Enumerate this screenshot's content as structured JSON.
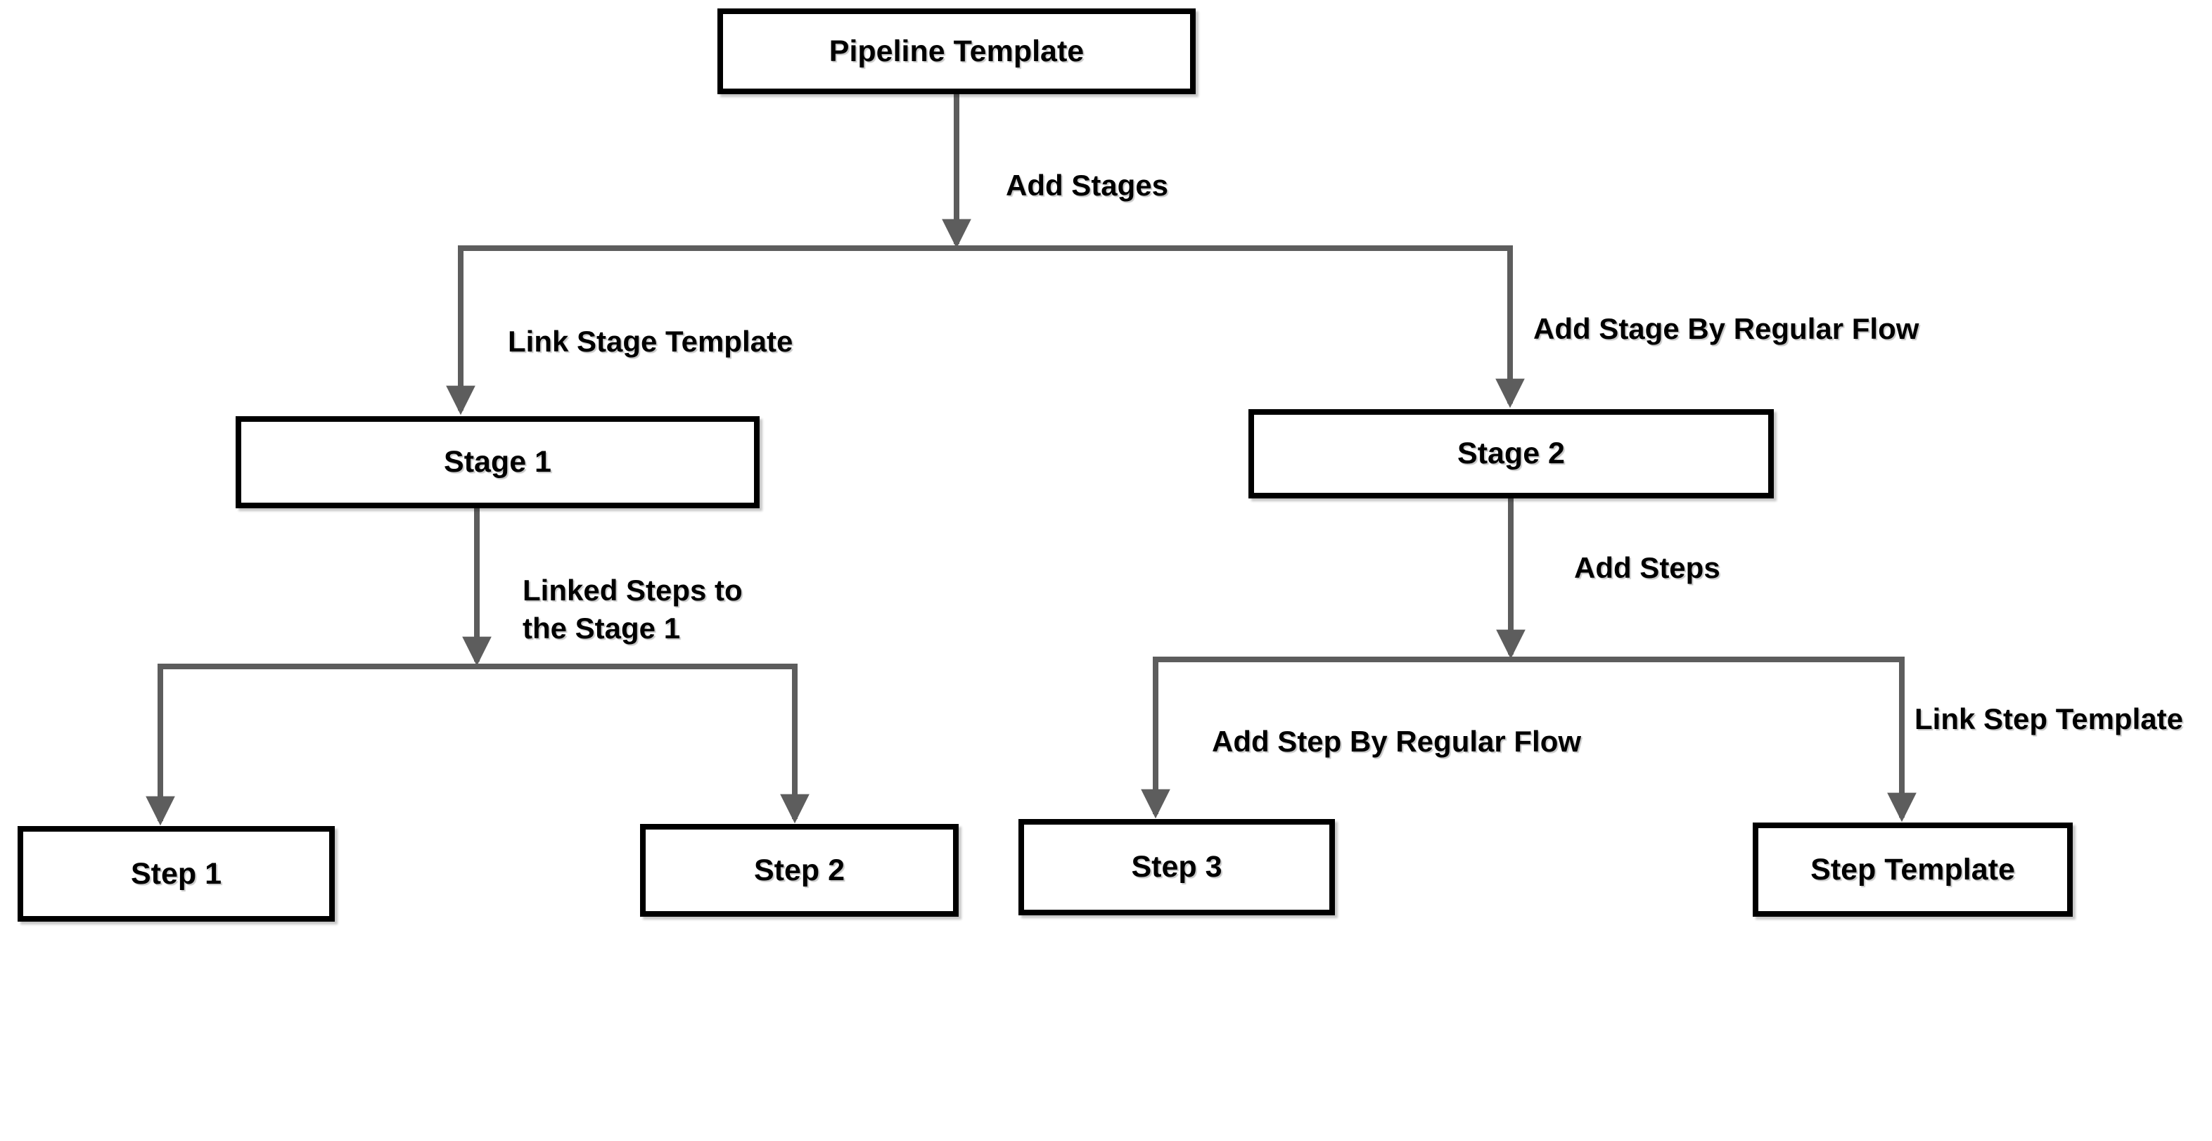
{
  "diagram": {
    "background_color": "#ffffff",
    "connector_color": "#5d5d5d",
    "node_border_color": "#000000",
    "node_fill_color": "#ffffff",
    "text_color": "#000000",
    "nodes": {
      "pipeline_template": {
        "label": "Pipeline Template"
      },
      "stage_1": {
        "label": "Stage 1"
      },
      "stage_2": {
        "label": "Stage 2"
      },
      "step_1": {
        "label": "Step 1"
      },
      "step_2": {
        "label": "Step 2"
      },
      "step_3": {
        "label": "Step 3"
      },
      "step_template": {
        "label": "Step Template"
      }
    },
    "edge_labels": {
      "add_stages": "Add Stages",
      "link_stage_template": "Link Stage Template",
      "add_stage_by_regular_flow": "Add Stage By Regular Flow",
      "linked_steps_line1": "Linked Steps to",
      "linked_steps_line2": "the Stage 1",
      "add_steps": "Add Steps",
      "add_step_by_regular_flow": "Add Step By Regular Flow",
      "link_step_template": "Link Step Template"
    }
  }
}
